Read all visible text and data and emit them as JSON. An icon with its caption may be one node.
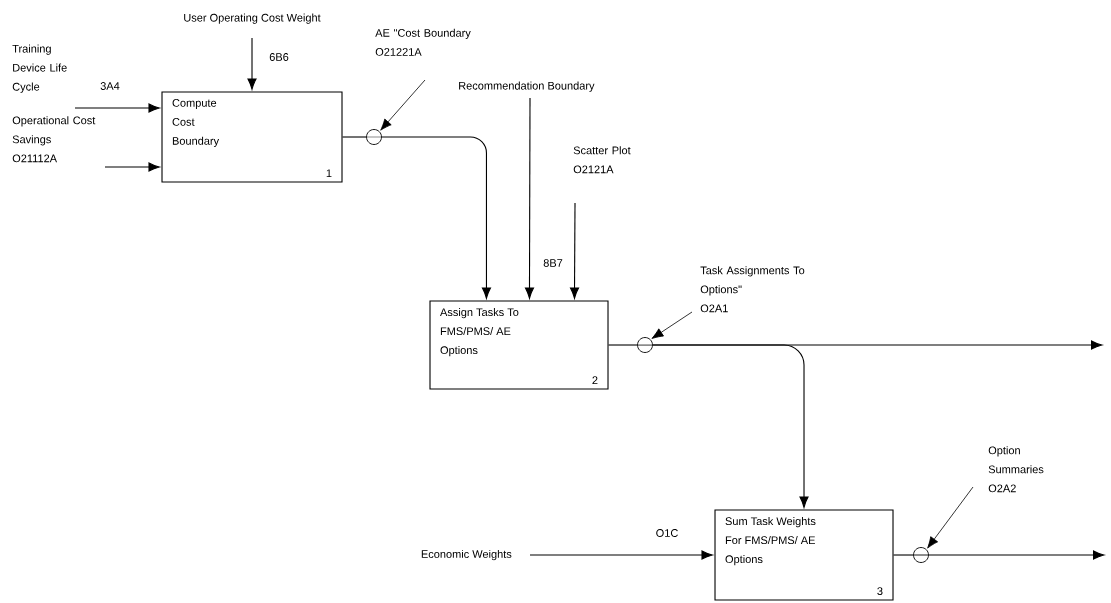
{
  "diagram": {
    "nodes": [
      {
        "text": [
          "Compute Cost Boundary",
          "1"
        ]
      },
      {
        "text": [
          "Assign Tasks To FMS/PMS/ AE Options",
          "2"
        ]
      },
      {
        "text": [
          "Sum Task Weights For FMS/PMS/ AE Options",
          "3"
        ]
      },
      {
        "text": [
          "User Operating Cost Weight"
        ]
      },
      {
        "text": [
          "Training Device Life Cycle"
        ],
        "beside": [
          "3A4"
        ]
      },
      {
        "text": [
          "Operational Cost Savings",
          "O21112A"
        ]
      },
      {
        "text": [
          "Recommendation Boundary"
        ]
      },
      {
        "text": [
          "Scatter Plot",
          "O2121A"
        ]
      },
      {
        "text": [
          "Economic Weights"
        ]
      },
      {
        "text": [
          "AE \"Cost Boundary",
          "O21221A"
        ]
      },
      {
        "text": [],
        "shape": "circle"
      },
      {
        "text": [
          "Task Assignments To Options\"",
          "O2A1"
        ]
      },
      {
        "text": [],
        "shape": "circle"
      },
      {
        "text": [
          "Option Summaries",
          "O2A2"
        ]
      },
      {
        "text": [],
        "shape": "circle"
      }
    ],
    "edges": [
      {
        "from": 3,
        "to": 0,
        "arrow": "to",
        "label": "6B6"
      },
      {
        "from": 4,
        "to": 0,
        "arrow": "to"
      },
      {
        "from": 5,
        "to": 0,
        "arrow": "to"
      },
      {
        "from": 0,
        "to": 10,
        "arrow": "none"
      },
      {
        "from": 10,
        "to": 1,
        "arrow": "to"
      },
      {
        "from": 9,
        "to": 10,
        "arrow": "to"
      },
      {
        "from": 6,
        "to": 1,
        "arrow": "to",
        "label": "8B7"
      },
      {
        "from": 7,
        "to": 1,
        "arrow": "to"
      },
      {
        "from": 1,
        "to": 12,
        "arrow": "none"
      },
      {
        "from": 12,
        "to": null,
        "arrow": "to"
      },
      {
        "from": 12,
        "to": 2,
        "arrow": "to"
      },
      {
        "from": 11,
        "to": 12,
        "arrow": "to"
      },
      {
        "from": 8,
        "to": 2,
        "arrow": "to",
        "label": "O1C"
      },
      {
        "from": 2,
        "to": 14,
        "arrow": "none"
      },
      {
        "from": 14,
        "to": null,
        "arrow": "to"
      },
      {
        "from": 13,
        "to": 14,
        "arrow": "to"
      }
    ]
  }
}
